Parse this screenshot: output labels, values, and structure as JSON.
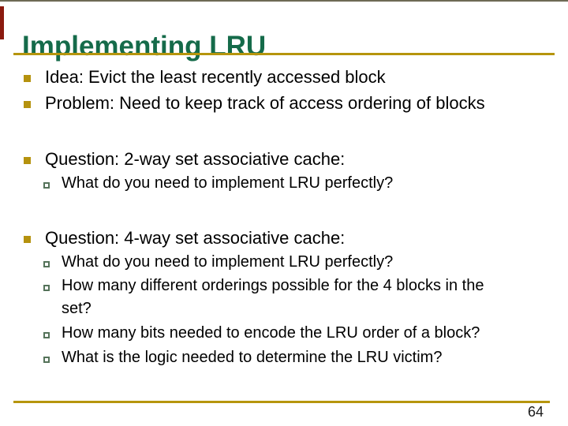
{
  "slide": {
    "title": "Implementing LRU",
    "page_number": "64",
    "colors": {
      "title_green": "#156b4a",
      "rule_gold": "#b6950d",
      "bullet_gold": "#b5920e",
      "sub_bullet_outline_green": "#55735a",
      "left_accent_red": "#8b1a0f",
      "body_text": "#000000"
    },
    "bullets": [
      {
        "level": 1,
        "lines": [
          "Idea: Evict the least recently accessed block"
        ]
      },
      {
        "level": 1,
        "lines": [
          "Problem: Need to keep track of access ordering of blocks"
        ]
      },
      {
        "level": 1,
        "lines": [
          "Question: 2-way set associative cache:"
        ]
      },
      {
        "level": 2,
        "lines": [
          "What do you need to implement LRU perfectly?"
        ]
      },
      {
        "level": 1,
        "lines": [
          "Question: 4-way set associative cache:"
        ]
      },
      {
        "level": 2,
        "lines": [
          "What do you need to implement LRU perfectly?"
        ]
      },
      {
        "level": 2,
        "lines": [
          "How many different orderings possible for the 4 blocks in the",
          "set?"
        ]
      },
      {
        "level": 2,
        "lines": [
          "How many bits needed to encode the LRU order of a block?"
        ]
      },
      {
        "level": 2,
        "lines": [
          "What is the logic needed to determine the LRU victim?"
        ]
      }
    ]
  }
}
